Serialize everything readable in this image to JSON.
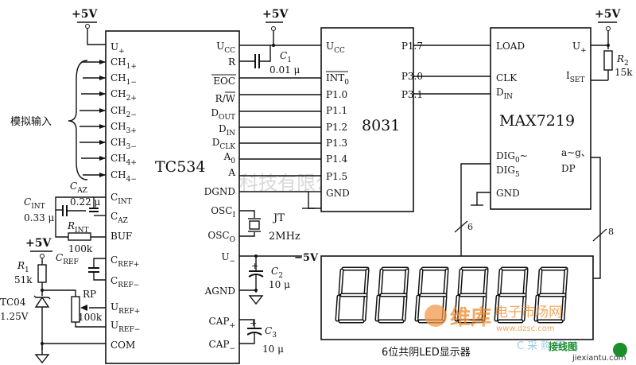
{
  "supplies": {
    "plus5v": "+5V",
    "minus5v": "−5V"
  },
  "tc534": {
    "name": "TC534",
    "left_pins": {
      "u_plus": {
        "base": "U",
        "sub": "+"
      },
      "ch1p": {
        "base": "CH",
        "sub": "1+"
      },
      "ch1m": {
        "base": "CH",
        "sub": "1−"
      },
      "ch2p": {
        "base": "CH",
        "sub": "2+"
      },
      "ch2m": {
        "base": "CH",
        "sub": "2−"
      },
      "ch3p": {
        "base": "CH",
        "sub": "3+"
      },
      "ch3m": {
        "base": "CH",
        "sub": "3−"
      },
      "ch4p": {
        "base": "CH",
        "sub": "4+"
      },
      "ch4m": {
        "base": "CH",
        "sub": "4−"
      },
      "cint": {
        "base": "C",
        "sub": "INT"
      },
      "caz": {
        "base": "C",
        "sub": "AZ"
      },
      "buf": "BUF",
      "crefp": {
        "base": "C",
        "sub": "REF+"
      },
      "crefm": {
        "base": "C",
        "sub": "REF−"
      },
      "urefp": {
        "base": "U",
        "sub": "REF+"
      },
      "urefm": {
        "base": "U",
        "sub": "REF−"
      },
      "com": "COM"
    },
    "right_pins": {
      "ucc": {
        "base": "U",
        "sub": "CC"
      },
      "r": "R",
      "eoc": "EOC",
      "rw": {
        "a": "R/",
        "b": "W"
      },
      "dout": {
        "base": "D",
        "sub": "OUT"
      },
      "din": {
        "base": "D",
        "sub": "IN"
      },
      "dclk": {
        "base": "D",
        "sub": "CLK"
      },
      "a0": {
        "base": "A",
        "sub": "0"
      },
      "a1": "A",
      "dgnd": "DGND",
      "osci": {
        "base": "OSC",
        "sub": "I"
      },
      "osco": {
        "base": "OSC",
        "sub": "O"
      },
      "uminus": {
        "base": "U",
        "sub": "−"
      },
      "agnd": "AGND",
      "capp": {
        "base": "CAP",
        "sub": "+"
      },
      "capm": {
        "base": "CAP",
        "sub": "−"
      }
    }
  },
  "mcu": {
    "name": "8031",
    "left_pins": {
      "ucc": {
        "base": "U",
        "sub": "CC"
      },
      "int0": {
        "base": "INT",
        "sub": "0"
      },
      "p10": "P1.0",
      "p11": "P1.1",
      "p12": "P1.2",
      "p13": "P1.3",
      "p14": "P1.4",
      "p15": "P1.5",
      "gnd": "GND"
    },
    "right_pins": {
      "p17": "P1.7",
      "p30": "P3.0",
      "p31": "P3.1"
    }
  },
  "max": {
    "name": "MAX7219",
    "pins": {
      "load": "LOAD",
      "clk": "CLK",
      "din": {
        "base": "D",
        "sub": "IN"
      },
      "uplus": {
        "base": "U",
        "sub": "+"
      },
      "iset": {
        "base": "I",
        "sub": "SET"
      },
      "dig0": {
        "base": "DIG",
        "sub": "0",
        "tail": "~"
      },
      "dig5": {
        "base": "DIG",
        "sub": "5"
      },
      "ag": "a~g、",
      "dp": "DP",
      "gnd": "GND"
    }
  },
  "components": {
    "c1": {
      "base": "C",
      "sub": "1",
      "value": "0.01 μ"
    },
    "caz": {
      "base": "C",
      "sub": "AZ"
    },
    "cint": {
      "base": "C",
      "sub": "INT",
      "value": "0.33 μ"
    },
    "caz_value": "0.22 μ",
    "rint": {
      "base": "R",
      "sub": "INT",
      "value": "100k"
    },
    "cref": {
      "base": "C",
      "sub": "REF"
    },
    "r1": {
      "base": "R",
      "sub": "1",
      "value": "51k"
    },
    "tc04": {
      "name": "TC04",
      "voltage": "1.25V"
    },
    "rp": {
      "name": "RP",
      "value": "100k"
    },
    "jt": {
      "name": "JT",
      "freq": "2MHz"
    },
    "c2": {
      "base": "C",
      "sub": "2",
      "value": "10 μ"
    },
    "c3": {
      "base": "C",
      "sub": "3",
      "value": "10 μ"
    },
    "r2": {
      "base": "R",
      "sub": "2",
      "value": "15k"
    }
  },
  "labels": {
    "analog_input": "模拟输入",
    "bus6": "6",
    "bus8": "8",
    "display_caption": "6位共阴LED显示器"
  },
  "display": {
    "digits": 6,
    "value": "888888"
  },
  "watermark": {
    "company": "杭州将睿科技有限公司",
    "brand": "维库",
    "market": "电子市场网",
    "site": "www.dzsc.com",
    "slogan_tail": "C 采 购 网 站",
    "jiexian": "接线图",
    "jiexian_url": "jiexiantu.com"
  }
}
